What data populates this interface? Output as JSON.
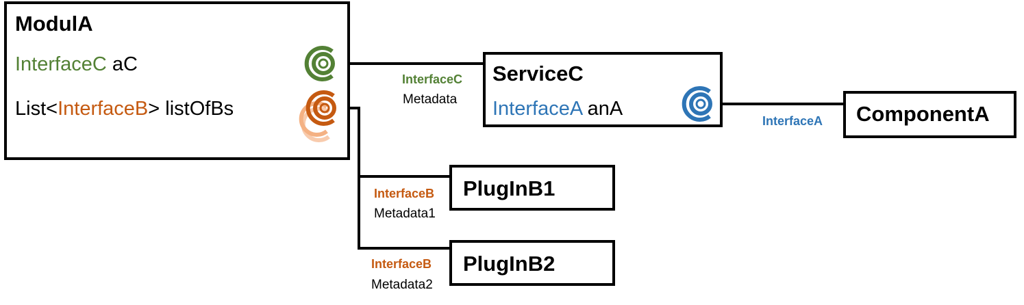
{
  "colors": {
    "interfaceC": "#538135",
    "interfaceB": "#C55A11",
    "interfaceA": "#2E75B6",
    "interfaceB_faded": "#F4B183",
    "text": "#000000"
  },
  "modulA": {
    "title": "ModulA",
    "member1_type": "InterfaceC",
    "member1_name": " aC",
    "member2_prefix": "List<",
    "member2_type": "InterfaceB",
    "member2_suffix": "> listOfBs"
  },
  "serviceC": {
    "title": "ServiceC",
    "member_type": "InterfaceA",
    "member_name": " anA",
    "provided_interface": "InterfaceC",
    "provided_metadata": "Metadata"
  },
  "componentA": {
    "title": "ComponentA",
    "provided_interface": "InterfaceA"
  },
  "pluginB1": {
    "title": "PlugInB1",
    "provided_interface": "InterfaceB",
    "provided_metadata": "Metadata1"
  },
  "pluginB2": {
    "title": "PlugInB2",
    "provided_interface": "InterfaceB",
    "provided_metadata": "Metadata2"
  },
  "icons": {
    "socket_c": "required-socket-icon",
    "socket_b": "multiple-socket-icon",
    "socket_a": "required-socket-icon"
  }
}
